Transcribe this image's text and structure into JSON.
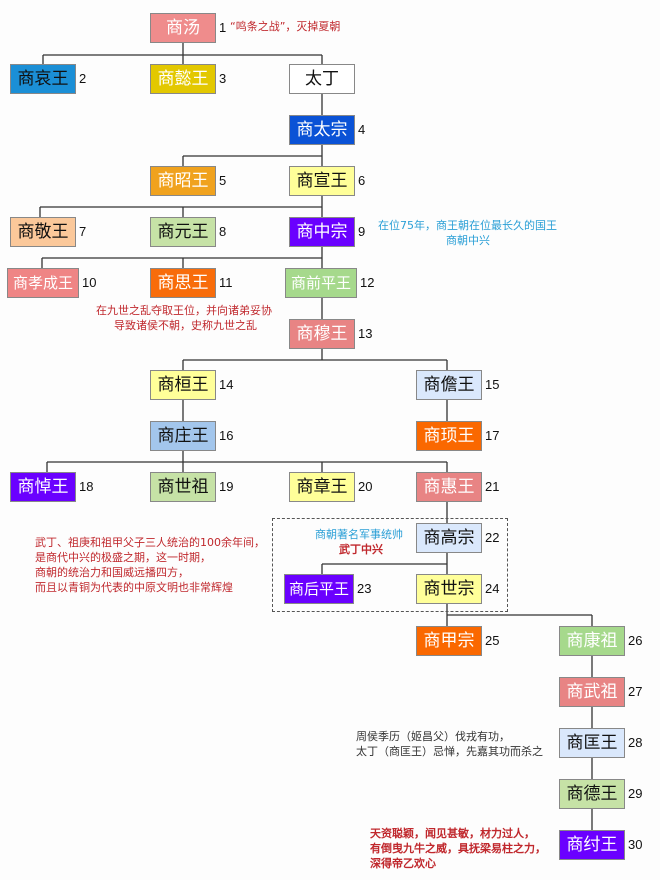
{
  "nodes": [
    {
      "name": "商汤",
      "num": "1"
    },
    {
      "name": "商哀王",
      "num": "2"
    },
    {
      "name": "商懿王",
      "num": "3"
    },
    {
      "name": "太丁",
      "num": ""
    },
    {
      "name": "商太宗",
      "num": "4"
    },
    {
      "name": "商昭王",
      "num": "5"
    },
    {
      "name": "商宣王",
      "num": "6"
    },
    {
      "name": "商敬王",
      "num": "7"
    },
    {
      "name": "商元王",
      "num": "8"
    },
    {
      "name": "商中宗",
      "num": "9"
    },
    {
      "name": "商孝成王",
      "num": "10"
    },
    {
      "name": "商思王",
      "num": "11"
    },
    {
      "name": "商前平王",
      "num": "12"
    },
    {
      "name": "商穆王",
      "num": "13"
    },
    {
      "name": "商桓王",
      "num": "14"
    },
    {
      "name": "商儋王",
      "num": "15"
    },
    {
      "name": "商庄王",
      "num": "16"
    },
    {
      "name": "商顼王",
      "num": "17"
    },
    {
      "name": "商悼王",
      "num": "18"
    },
    {
      "name": "商世祖",
      "num": "19"
    },
    {
      "name": "商章王",
      "num": "20"
    },
    {
      "name": "商惠王",
      "num": "21"
    },
    {
      "name": "商高宗",
      "num": "22"
    },
    {
      "name": "商后平王",
      "num": "23"
    },
    {
      "name": "商世宗",
      "num": "24"
    },
    {
      "name": "商甲宗",
      "num": "25"
    },
    {
      "name": "商康祖",
      "num": "26"
    },
    {
      "name": "商武祖",
      "num": "27"
    },
    {
      "name": "商匡王",
      "num": "28"
    },
    {
      "name": "商德王",
      "num": "29"
    },
    {
      "name": "商纣王",
      "num": "30"
    }
  ],
  "notes": {
    "tang": "“鸣条之战”，灭掉夏朝",
    "zhongzong_1": "在位75年，商王朝在位最长久的国王",
    "zhongzong_2": "商朝中兴",
    "jiushi_1": "在九世之乱夺取王位，并向诸弟妥协",
    "jiushi_2": "导致诸侯不朝，史称九世之乱",
    "gaozong_1": "商朝著名军事统帅",
    "gaozong_2": "武丁中兴",
    "wuding_1": "武丁、祖庚和祖甲父子三人统治的100余年间，",
    "wuding_2": "是商代中兴的极盛之期，这一时期，",
    "wuding_3": "商朝的统治力和国威远播四方，",
    "wuding_4": "而且以青铜为代表的中原文明也非常辉煌",
    "kuang_1": "周侯季历（姬昌父）伐戎有功，",
    "kuang_2": "太丁（商匡王）忌惮，先嘉其功而杀之",
    "zhou_1": "天资聪颖，闻见甚敏，材力过人，",
    "zhou_2": "有倒曳九牛之威，具抚梁易柱之力，",
    "zhou_3": "深得帝乙欢心"
  }
}
